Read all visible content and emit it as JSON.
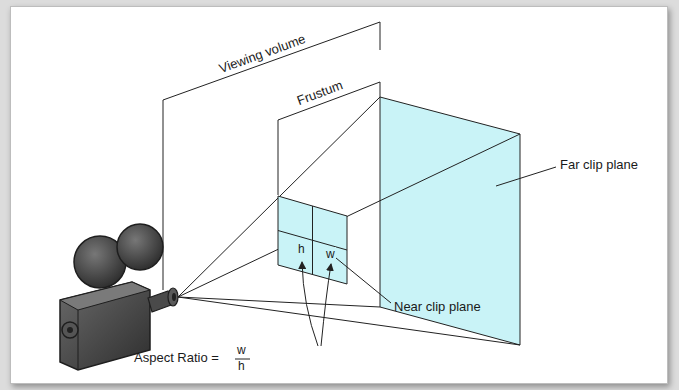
{
  "diagram": {
    "labels": [
      "Viewing volume",
      "Frustum",
      "Far clip plane",
      "Near clip plane",
      "h",
      "w",
      "Aspect Ratio =",
      "w",
      "h"
    ]
  }
}
